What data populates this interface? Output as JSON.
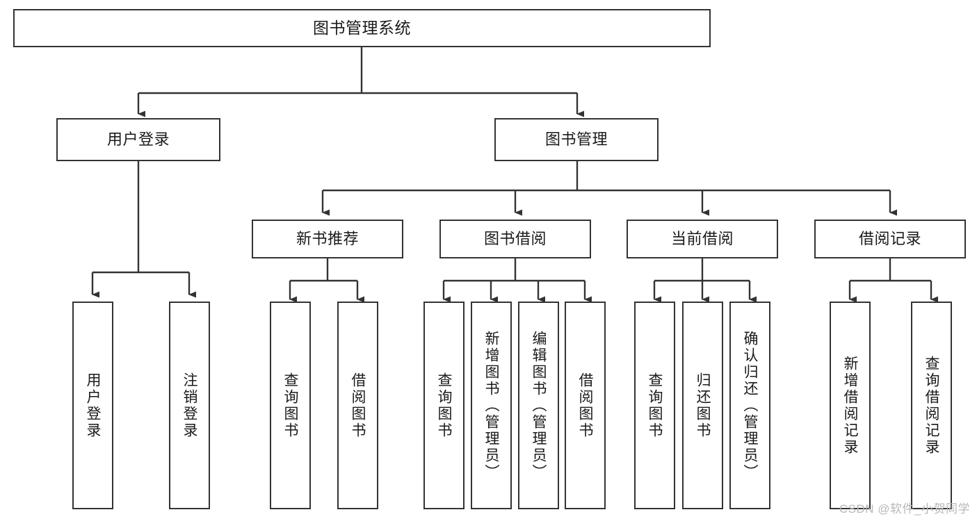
{
  "diagram": {
    "title": "图书管理系统",
    "type": "tree-hierarchy-chart",
    "watermark": "CSDN @软件_小贺同学",
    "colors": {
      "border": "#333333",
      "text": "#1a1a1a",
      "background": "#ffffff",
      "watermark": "#b8b8b8"
    },
    "levels": {
      "root": {
        "label": "图书管理系统"
      },
      "level2": [
        {
          "label": "用户登录"
        },
        {
          "label": "图书管理"
        }
      ],
      "level3": [
        {
          "label": "新书推荐"
        },
        {
          "label": "图书借阅"
        },
        {
          "label": "当前借阅"
        },
        {
          "label": "借阅记录"
        }
      ],
      "leaves": {
        "user_login": [
          {
            "label": "用户登录"
          },
          {
            "label": "注销登录"
          }
        ],
        "new_book_recommend": [
          {
            "label": "查询图书"
          },
          {
            "label": "借阅图书"
          }
        ],
        "book_borrow": [
          {
            "label": "查询图书"
          },
          {
            "label": "新增图书（管理员）"
          },
          {
            "label": "编辑图书（管理员）"
          },
          {
            "label": "借阅图书"
          }
        ],
        "current_borrow": [
          {
            "label": "查询图书"
          },
          {
            "label": "归还图书"
          },
          {
            "label": "确认归还（管理员）"
          }
        ],
        "borrow_record": [
          {
            "label": "新增借阅记录"
          },
          {
            "label": "查询借阅记录"
          }
        ]
      }
    }
  }
}
